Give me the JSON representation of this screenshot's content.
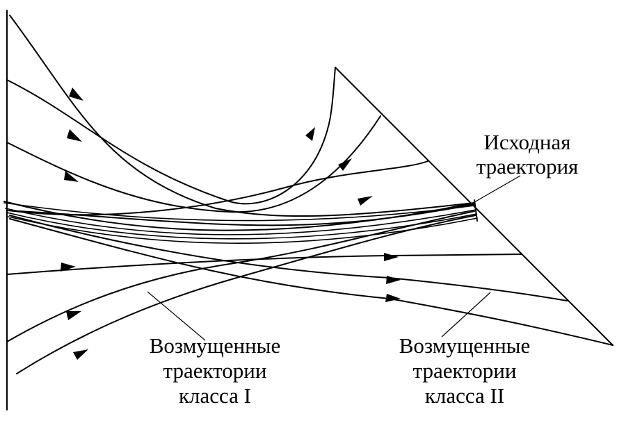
{
  "labels": {
    "reference_line1": "Исходная",
    "reference_line2": "траектория",
    "class1_line1": "Возмущенные",
    "class1_line2": "траектории",
    "class1_line3": "класса I",
    "class2_line1": "Возмущенные",
    "class2_line2": "траектории",
    "class2_line3": "класса II"
  },
  "colors": {
    "line": "#000000",
    "background": "#ffffff"
  }
}
